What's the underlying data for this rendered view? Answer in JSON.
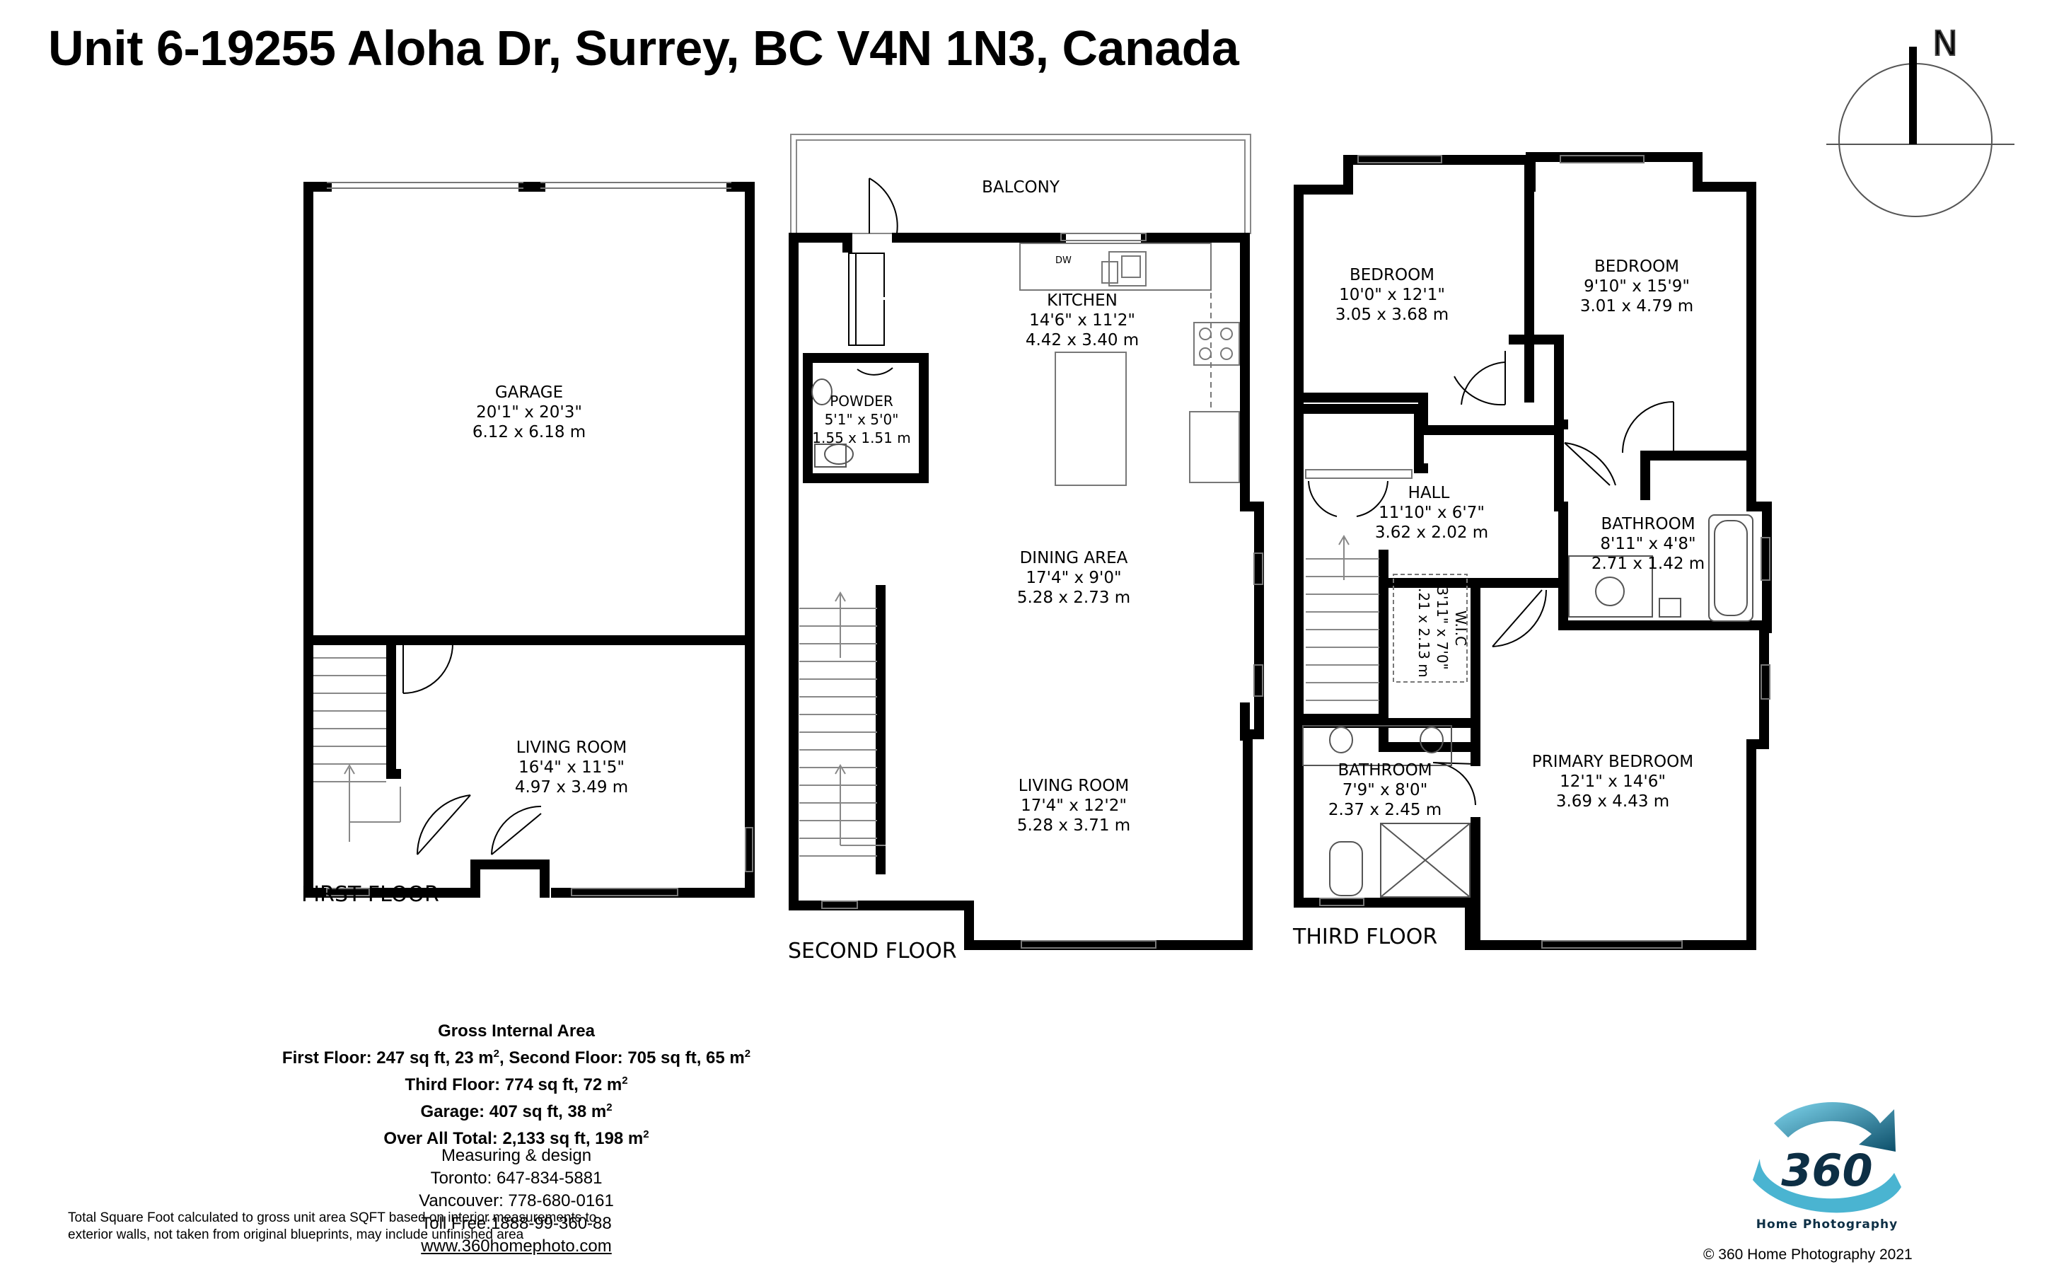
{
  "title": "Unit 6-19255 Aloha Dr, Surrey, BC V4N 1N3, Canada",
  "compass": {
    "label": "N"
  },
  "floors": [
    {
      "label": "FIRST FLOOR"
    },
    {
      "label": "SECOND FLOOR"
    },
    {
      "label": "THIRD FLOOR"
    }
  ],
  "rooms": {
    "garage": {
      "name": "GARAGE",
      "imperial": "20'1\" x 20'3\"",
      "metric": "6.12 x 6.18 m"
    },
    "living_first": {
      "name": "LIVING ROOM",
      "imperial": "16'4\" x 11'5\"",
      "metric": "4.97 x 3.49 m"
    },
    "balcony": {
      "name": "BALCONY"
    },
    "kitchen": {
      "name": "KITCHEN",
      "imperial": "14'6\" x 11'2\"",
      "metric": "4.42 x 3.40 m"
    },
    "powder": {
      "name": "POWDER",
      "imperial": "5'1\" x 5'0\"",
      "metric": "1.55 x 1.51 m"
    },
    "dining": {
      "name": "DINING AREA",
      "imperial": "17'4\" x 9'0\"",
      "metric": "5.28 x 2.73 m"
    },
    "living_second": {
      "name": "LIVING ROOM",
      "imperial": "17'4\" x 12'2\"",
      "metric": "5.28 x 3.71 m"
    },
    "bedroom_1": {
      "name": "BEDROOM",
      "imperial": "10'0\" x 12'1\"",
      "metric": "3.05 x 3.68 m"
    },
    "bedroom_2": {
      "name": "BEDROOM",
      "imperial": "9'10\" x 15'9\"",
      "metric": "3.01 x 4.79 m"
    },
    "hall": {
      "name": "HALL",
      "imperial": "11'10\" x 6'7\"",
      "metric": "3.62 x 2.02 m"
    },
    "bathroom_1": {
      "name": "BATHROOM",
      "imperial": "8'11\" x 4'8\"",
      "metric": "2.71 x 1.42 m"
    },
    "wic": {
      "name": "W.I.C",
      "imperial": "3'11\" x 7'0\"",
      "metric": "1.21 x 2.13 m"
    },
    "bathroom_2": {
      "name": "BATHROOM",
      "imperial": "7'9\" x 8'0\"",
      "metric": "2.37 x 2.45 m"
    },
    "primary": {
      "name": "PRIMARY BEDROOM",
      "imperial": "12'1\" x 14'6\"",
      "metric": "3.69 x 4.43 m"
    }
  },
  "fixtures": {
    "dishwasher": "DW"
  },
  "gross_area": {
    "heading": "Gross Internal Area",
    "line1_a": "First Floor: 247 sq ft, 23 m",
    "line1_b": ", Second Floor: 705 sq ft, 65 m",
    "line2": "Third Floor: 774 sq ft, 72 m",
    "line3": "Garage: 407 sq ft, 38 m",
    "line4": "Over All Total: 2,133 sq ft, 198 m",
    "superscript": "2"
  },
  "contact": {
    "heading": "Measuring & design",
    "toronto": "Toronto: 647-834-5881",
    "vancouver": "Vancouver: 778-680-0161",
    "tollfree": "Toll Free:1888-99-360-88",
    "website": "www.360homephoto.com"
  },
  "disclaimer": "Total Square Foot calculated to gross unit area SQFT based on interior measurements to exterior walls, not taken from original blueprints, may include unfinished area",
  "copyright": "©   360 Home Photography 2021",
  "logo": {
    "mark": "360",
    "text": "Home Photography"
  },
  "colors": {
    "wall": "#000000",
    "logo_teal": "#2aa7c9",
    "logo_dark": "#0d4f6a"
  }
}
